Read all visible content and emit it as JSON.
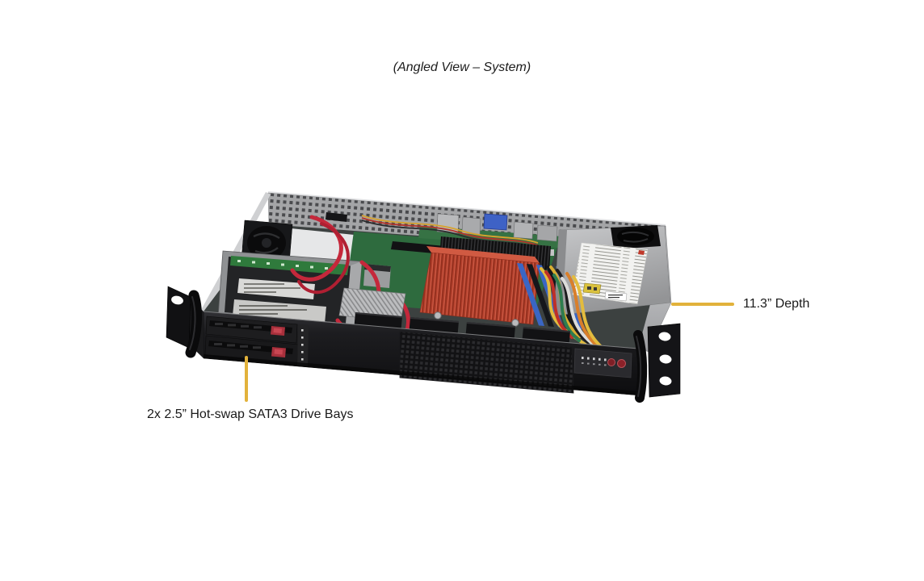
{
  "figure": {
    "title": "(Angled View – System)"
  },
  "callouts": {
    "depth": {
      "label": "11.3” Depth"
    },
    "drive_bays": {
      "label": "2x 2.5” Hot-swap SATA3 Drive Bays"
    }
  },
  "colors": {
    "callout_line": "#E2B23B",
    "text": "#1A1A1A",
    "background": "#FFFFFF",
    "cpu_heatsink": "#B5402C"
  },
  "illustration": {
    "name": "1u-rackmount-server-angled-view",
    "parts": [
      "rear-exhaust-fan",
      "rear-io-ports",
      "drive-cage",
      "sata-cables",
      "cpu-heatsink",
      "chipset-heatsink",
      "dimm-slots",
      "power-supply",
      "power-cables",
      "front-mesh-grille",
      "hot-swap-drive-trays",
      "control-panel",
      "power-button",
      "reset-button",
      "mounting-ear-left",
      "mounting-ear-right"
    ]
  }
}
